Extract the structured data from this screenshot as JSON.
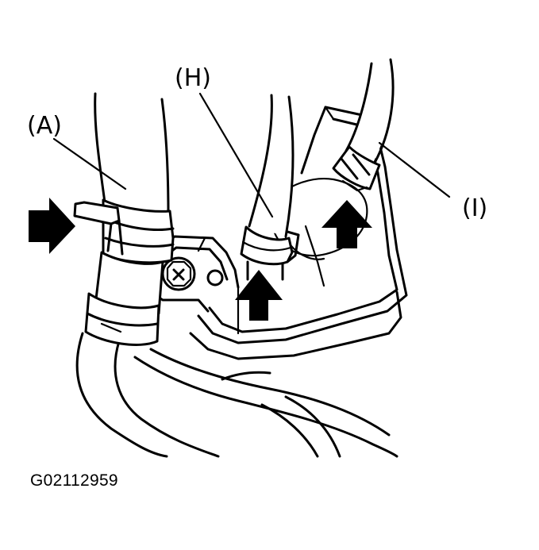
{
  "diagram": {
    "labels": {
      "a": "(A)",
      "h": "(H)",
      "i": "(I)"
    },
    "figure_code": "G02112959",
    "colors": {
      "ink": "#000000",
      "paper": "#ffffff"
    },
    "icons": [
      "arrow-right-icon",
      "arrow-up-icon",
      "bolt-icon",
      "hose-clamp-icon"
    ]
  }
}
